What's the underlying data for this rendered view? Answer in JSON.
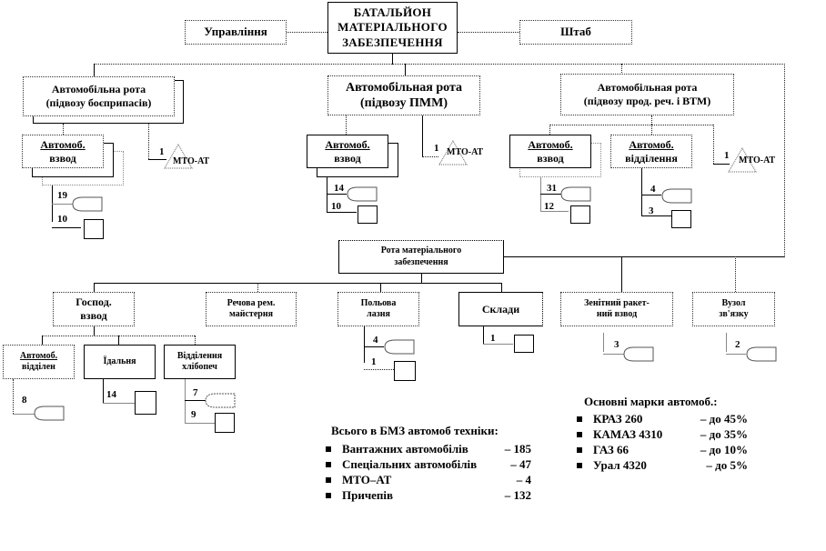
{
  "top": {
    "title_lines": [
      "БАТАЛЬЙОН",
      "МАТЕРІАЛЬНОГО",
      "ЗАБЕЗПЕЧЕННЯ"
    ],
    "left": "Управління",
    "right": "Штаб"
  },
  "companies": [
    {
      "line1": "Автомобільна рота",
      "line2": "(підвозу боєприпасів)",
      "subunits": [
        {
          "line1": "Автомоб.",
          "line2": "взвод",
          "trucks": "19",
          "trailers": "10"
        }
      ],
      "mto_count": "1",
      "mto_label": "МТО-АТ"
    },
    {
      "line1": "Автомобільная рота",
      "line2": "(підвозу ПММ)",
      "subunits": [
        {
          "line1": "Автомоб.",
          "line2": "взвод",
          "trucks": "14",
          "trailers": "10"
        }
      ],
      "mto_count": "1",
      "mto_label": "МТО-АТ"
    },
    {
      "line1": "Автомобільная рота",
      "line2": "(підвозу прод. реч. і ВТМ)",
      "subunits": [
        {
          "line1": "Автомоб.",
          "line2": "взвод",
          "trucks": "31",
          "trailers": "12"
        },
        {
          "line1": "Автомоб.",
          "line2": "відділення",
          "trucks": "4",
          "trailers": "3"
        }
      ],
      "mto_count": "1",
      "mto_label": "МТО-АТ"
    }
  ],
  "supply_company": {
    "line1": "Рота матеріального",
    "line2": "забезпечення"
  },
  "units": {
    "household": {
      "line1": "Господ.",
      "line2": "взвод"
    },
    "repair": {
      "line1": "Речова рем.",
      "line2": "майстерня"
    },
    "field_bath": {
      "line1": "Польова",
      "line2": "лазня",
      "trucks": "4",
      "trailers": "1"
    },
    "warehouses": {
      "label": "Склади",
      "trailers": "1"
    },
    "aa_missile": {
      "line1": "Зенітний ракет-",
      "line2": "ний взвод",
      "trucks": "3"
    },
    "comms": {
      "line1": "Вузол",
      "line2": "зв'язку",
      "trucks": "2"
    },
    "auto_section": {
      "line1": "Автомоб.",
      "line2": "відділен",
      "trucks": "8"
    },
    "canteen": {
      "label": "Їдальня",
      "trailers": "14"
    },
    "bakery": {
      "line1": "Відділення",
      "line2": "хлібопеч",
      "trucks": "7",
      "trailers": "9"
    }
  },
  "totals": {
    "title": "Всього в БМЗ автомоб техніки:",
    "items": [
      {
        "label": "Вантажних автомобілів",
        "value": "– 185"
      },
      {
        "label": "Спеціальних автомобілів",
        "value": "– 47"
      },
      {
        "label": "МТО–АТ",
        "value": "– 4"
      },
      {
        "label": "Причепів",
        "value": "– 132"
      }
    ]
  },
  "brands": {
    "title": "Основні марки автомоб.:",
    "items": [
      {
        "label": "КРАЗ 260",
        "value": "– до 45%"
      },
      {
        "label": "КАМАЗ 4310",
        "value": "– до 35%"
      },
      {
        "label": "ГАЗ 66",
        "value": "– до 10%"
      },
      {
        "label": "Урал 4320",
        "value": "– до 5%"
      }
    ]
  }
}
